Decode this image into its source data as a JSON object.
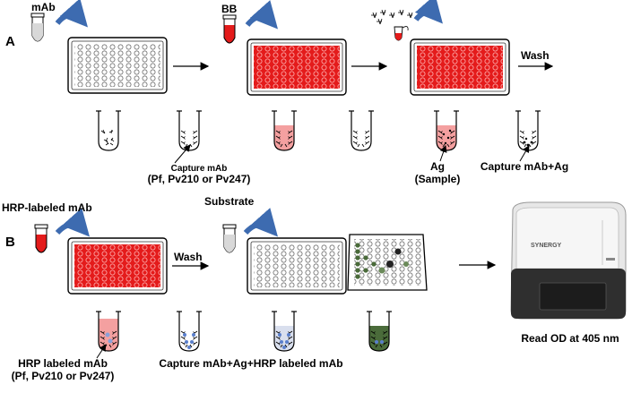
{
  "panel_a": {
    "panel_label": "A",
    "step1_reagent": "mAb",
    "step2_reagent": "BB",
    "wash_label": "Wash",
    "capture_label_line1": "Capture mAb",
    "capture_label_line2": "(Pf, Pv210 or Pv247)",
    "ag_label_line1": "Ag",
    "ag_label_line2": "(Sample)",
    "complex_label": "Capture mAb+Ag"
  },
  "panel_b": {
    "panel_label": "B",
    "reagent_label": "HRP-labeled mAb",
    "wash_label": "Wash",
    "substrate_label": "Substrate",
    "hrp_label_line1": "HRP labeled mAb",
    "hrp_label_line2": "(Pf, Pv210 or Pv247)",
    "complex_label": "Capture mAb+Ag+HRP labeled mAb",
    "reader_brand": "SYNERGY",
    "read_label": "Read OD at 405 nm"
  },
  "colors": {
    "red": "#e41b1b",
    "pink": "#f4a0a0",
    "blue_arrow": "#3d6bb0",
    "green": "#4a6b3a"
  }
}
